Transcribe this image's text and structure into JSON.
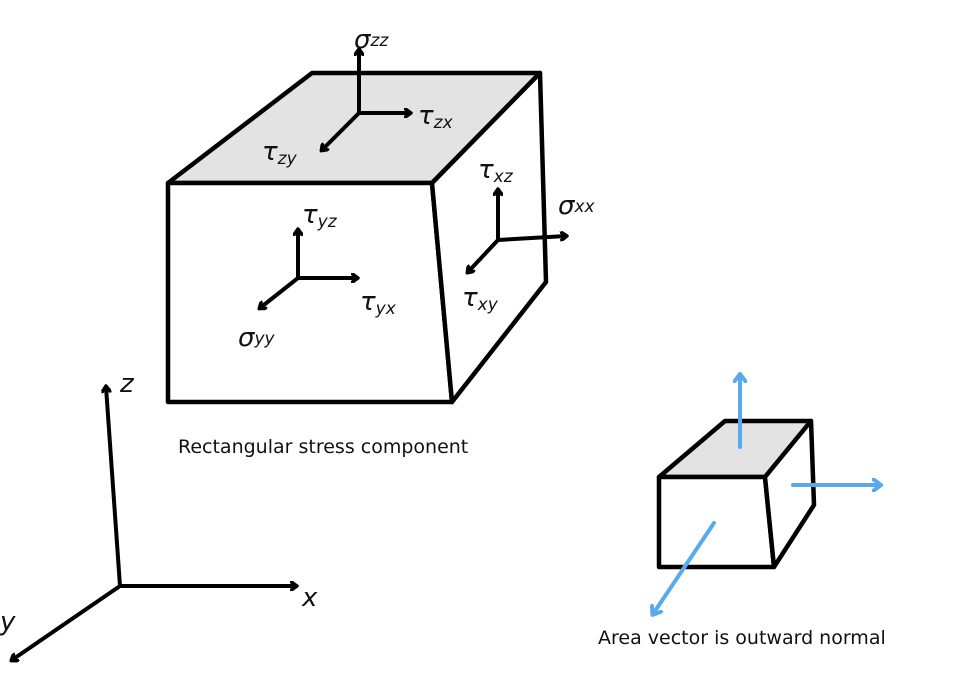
{
  "colors": {
    "ink": "#000000",
    "top_face": "#e3e3e3",
    "face": "#ffffff",
    "normal_arrow": "#5aa9ec"
  },
  "stress_cube": {
    "caption": "Rectangular stress component",
    "top_face": {
      "normal": {
        "symbol": "σ",
        "sub": "zz"
      },
      "shear_x": {
        "symbol": "τ",
        "sub": "zx"
      },
      "shear_y": {
        "symbol": "τ",
        "sub": "zy"
      }
    },
    "front_face": {
      "normal": {
        "symbol": "σ",
        "sub": "yy"
      },
      "shear_x": {
        "symbol": "τ",
        "sub": "yx"
      },
      "shear_z": {
        "symbol": "τ",
        "sub": "yz"
      }
    },
    "right_face": {
      "normal": {
        "symbol": "σ",
        "sub": "xx"
      },
      "shear_y": {
        "symbol": "τ",
        "sub": "xy"
      },
      "shear_z": {
        "symbol": "τ",
        "sub": "xz"
      }
    }
  },
  "axes": {
    "x_label": "x",
    "y_label": "y",
    "z_label": "z"
  },
  "normal_cube": {
    "caption": "Area vector is outward normal"
  }
}
